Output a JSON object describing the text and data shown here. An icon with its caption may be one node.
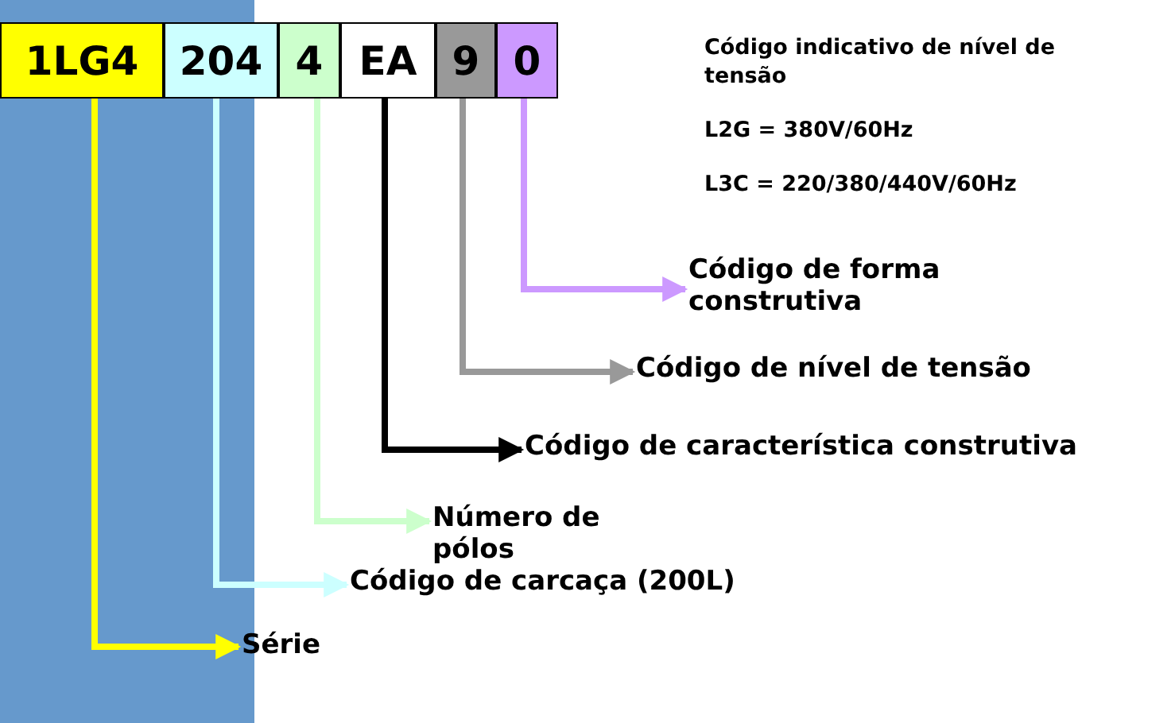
{
  "diagram": {
    "nodes": [
      {
        "text": [
          "1LG4"
        ]
      },
      {
        "text": [
          "204"
        ]
      },
      {
        "text": [
          "4"
        ]
      },
      {
        "text": [
          "EA"
        ]
      },
      {
        "text": [
          "9"
        ]
      },
      {
        "text": [
          "0"
        ]
      },
      {
        "text": [
          "Série"
        ]
      },
      {
        "text": [
          "Código de carcaça (200L)"
        ]
      },
      {
        "text": [
          "Número de pólos"
        ]
      },
      {
        "text": [
          "Código de característica construtiva"
        ]
      },
      {
        "text": [
          "Código de nível de tensão"
        ]
      },
      {
        "text": [
          "Código de forma construtiva"
        ]
      }
    ],
    "edges": [
      {
        "from": 0,
        "to": 6,
        "arrow": "to",
        "color": "#ffff00"
      },
      {
        "from": 1,
        "to": 7,
        "arrow": "to",
        "color": "#ccffff"
      },
      {
        "from": 2,
        "to": 8,
        "arrow": "to",
        "color": "#ccffcc"
      },
      {
        "from": 3,
        "to": 9,
        "arrow": "to",
        "color": "#000000"
      },
      {
        "from": 4,
        "to": 10,
        "arrow": "to",
        "color": "#999999"
      },
      {
        "from": 5,
        "to": 11,
        "arrow": "to",
        "color": "#cc99ff"
      }
    ],
    "labels": [
      "Código indicativo de nível de tensão",
      "L2G = 380V/60Hz",
      "L3C = 220/380/440V/60Hz"
    ]
  }
}
